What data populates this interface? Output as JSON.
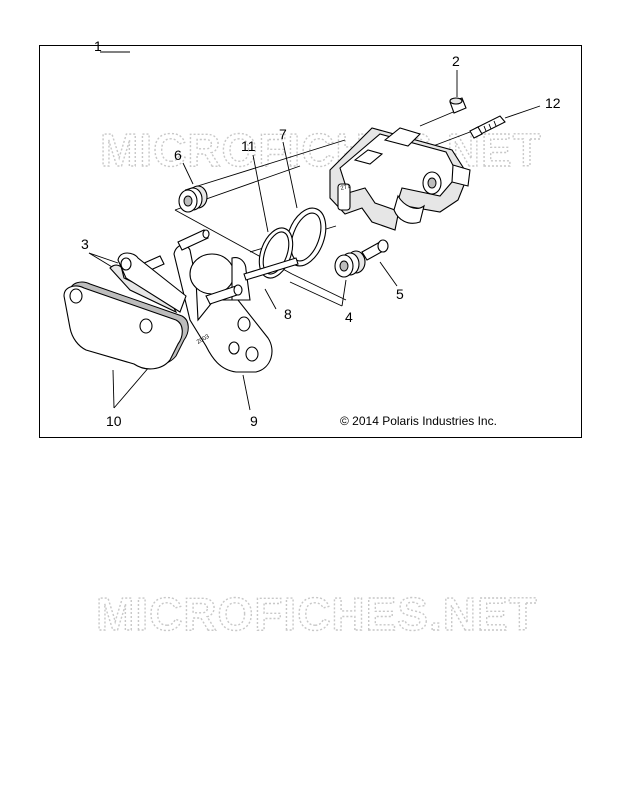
{
  "callouts": {
    "c1": "1",
    "c2": "2",
    "c3": "3",
    "c4": "4",
    "c5": "5",
    "c6": "6",
    "c7": "7",
    "c8": "8",
    "c9": "9",
    "c10": "10",
    "c11": "11",
    "c12": "12"
  },
  "copyright": "© 2014 Polaris Industries Inc.",
  "watermark": "MICROFICHES.NET",
  "stamps": {
    "caliper": "271",
    "bracket": "2003"
  }
}
